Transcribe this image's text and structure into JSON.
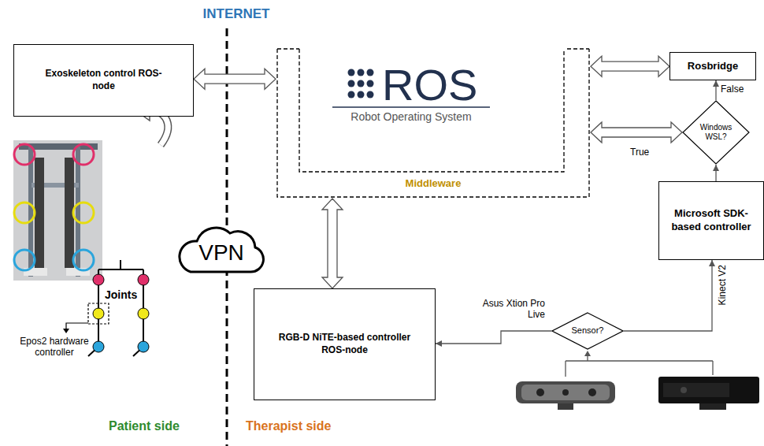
{
  "diagram": {
    "nodes": [
      {
        "text": [
          "Exoskeleton control ROS-node"
        ]
      },
      {
        "text": [
          "ROS",
          "Robot Operating System",
          "Middleware"
        ]
      },
      {
        "text": [
          "Rosbridge"
        ]
      },
      {
        "text": [
          "Windows WSL?"
        ]
      },
      {
        "text": [
          "Microsoft SDK-based controller"
        ]
      },
      {
        "text": [
          "RGB-D NiTE-based controller ROS-node"
        ]
      },
      {
        "text": [
          "Sensor?"
        ]
      },
      {
        "text": [
          "VPN"
        ]
      }
    ],
    "edges": [
      {
        "from": 0,
        "to": 1,
        "arrow": "both"
      },
      {
        "from": 1,
        "to": 2,
        "arrow": "both"
      },
      {
        "from": 3,
        "to": 2,
        "label": "False",
        "arrow": "to"
      },
      {
        "from": 3,
        "to": 1,
        "label": "True",
        "arrow": "both"
      },
      {
        "from": 4,
        "to": 3,
        "arrow": "to"
      },
      {
        "from": 1,
        "to": 5,
        "arrow": "both"
      },
      {
        "from": 6,
        "to": 5,
        "label": "Asus Xtion Pro Live",
        "arrow": "to"
      },
      {
        "from": 6,
        "to": 4,
        "label": "Kinect V2",
        "arrow": "to"
      }
    ],
    "labels": [
      "INTERNET",
      "Joints",
      "Epos2 hardware controller",
      "Patient side",
      "Therapist side"
    ]
  }
}
